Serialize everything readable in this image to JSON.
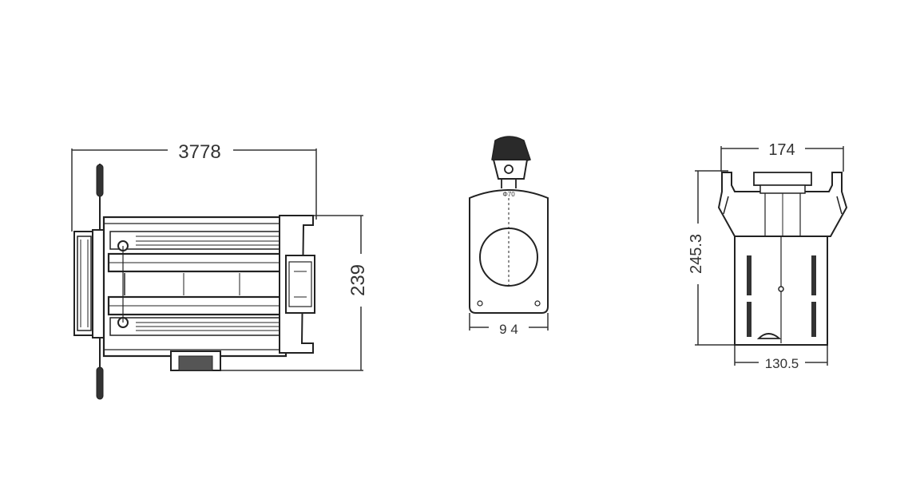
{
  "colors": {
    "ink": "#333333",
    "line": "#222222",
    "background": "#ffffff"
  },
  "side_view": {
    "length_label": "3778",
    "height_label": "239"
  },
  "gobo_view": {
    "width_label": "9 4",
    "aperture_label": "Φ70"
  },
  "front_view": {
    "top_width_label": "174",
    "height_label": "245.3",
    "base_width_label": "130.5"
  }
}
